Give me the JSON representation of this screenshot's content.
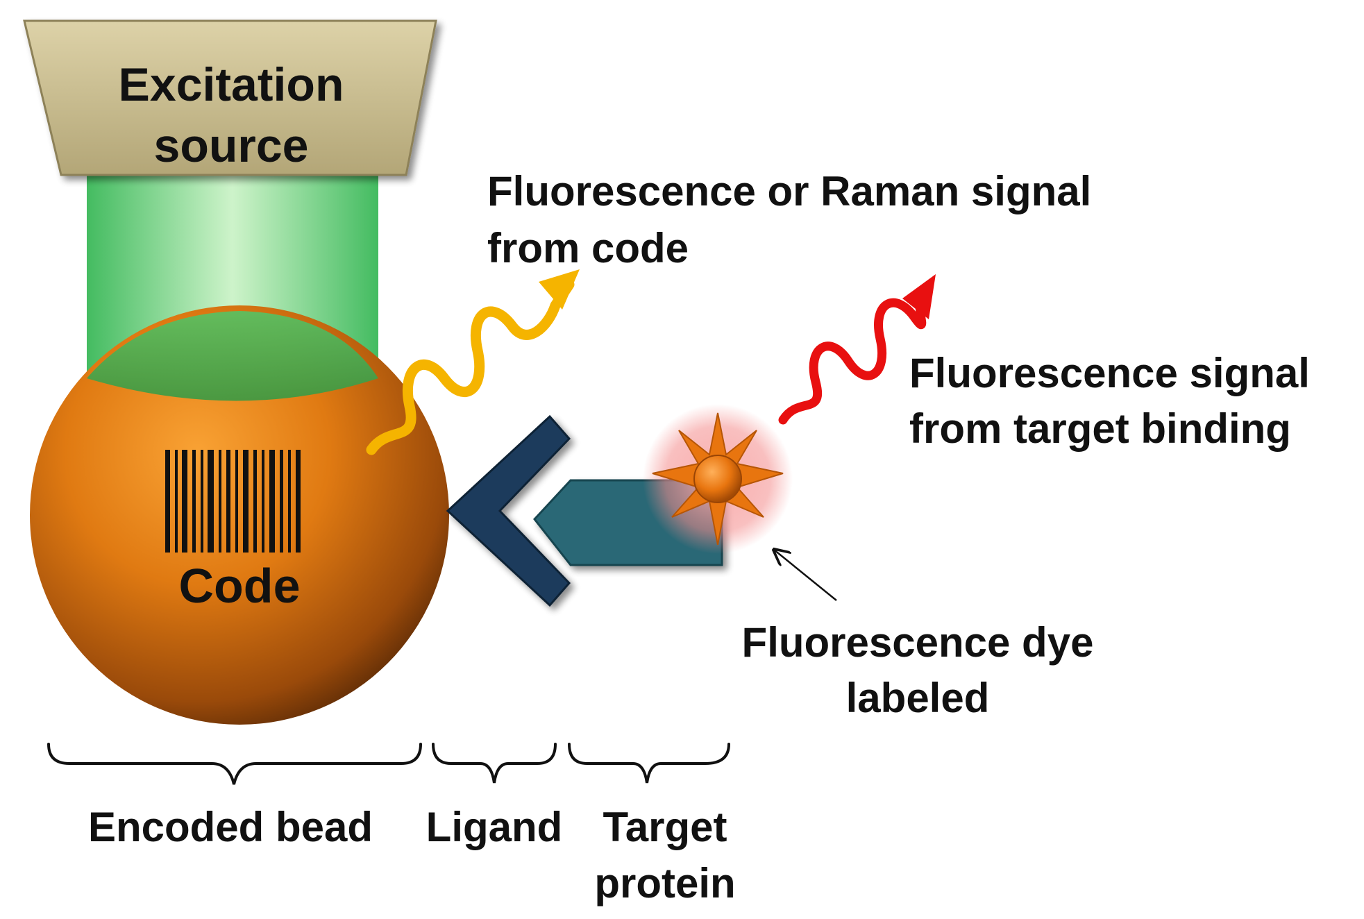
{
  "labels": {
    "excitation_line1": "Excitation",
    "excitation_line2": "source",
    "code_signal_line1": "Fluorescence or Raman signal",
    "code_signal_line2": "from code",
    "target_signal_line1": "Fluorescence signal",
    "target_signal_line2": "from target binding",
    "dye_line1": "Fluorescence dye",
    "dye_line2": "labeled",
    "code": "Code",
    "encoded_bead": "Encoded bead",
    "ligand": "Ligand",
    "target_line1": "Target",
    "target_line2": "protein"
  },
  "icons": {
    "excitation": "trapezoid-lamp-icon",
    "beam": "light-beam",
    "bead": "sphere",
    "barcode": "barcode-icon",
    "ligand": "chevron-left-icon",
    "protein": "pentagon-arrow-icon",
    "dye": "starburst-icon"
  },
  "colors": {
    "excitation_fill": "#c9bd8f",
    "beam_green": "#4cc86a",
    "bead_orange": "#e07a12",
    "bead_dark": "#6b3208",
    "code_signal": "#f5b400",
    "target_signal": "#e81010",
    "ligand": "#1d3a5c",
    "protein": "#2a6876",
    "dye_glow": "#f48c8c",
    "dye_core": "#e8750f"
  }
}
